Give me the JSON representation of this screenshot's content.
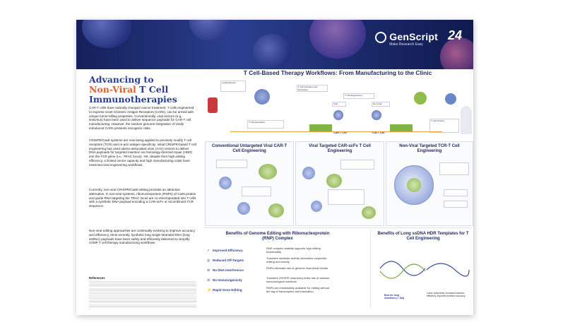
{
  "logo": {
    "name": "GenScript",
    "tagline": "Make Research Easy",
    "anniversary": "24"
  },
  "left": {
    "title_line1": "Advancing to",
    "title_line2_highlight": "Non-Viral",
    "title_line2_rest": " T Cell",
    "title_line3": "Immunotherapies",
    "para1": "CAR-T cells have radically changed cancer treatment. T cells engineered to express novel Chimeric Antigen Receptors (CARs), can be armed with unique tumor-killing properties. Conventionally, viral vectors (e.g., lentivirus) have been used to deliver sequence payloads for CAR-T cell manufacturing. However, the random genome integration of virally introduced CARs presents oncogenic risks.",
    "para2": "CRISPR/Cas9 systems are now being applied to precisely modify T cell receptors (TCR) and re-arm antigen specificity. Initial CRISPR-based T cell engineering has used adeno-associated virus (AAV) vectors to deliver DNA payloads for targeted insertion via homology-directed repair (HDR) into the TCR gene (i.e., TRAC locus). Yet, despite their high editing efficiency, a limited vector capacity and high manufacturing costs have restricted viral engineering workflows.",
    "para3": "Currently, non-viral CRISPR/Cas9 editing provides an attractive alternative. In non-viral systems, ribonucleoprotein (RNPs) of Cas9 protein and guide RNA targeting the TRAC locus are co-electroporated into T cells with a synthetic DNA payload encoding a CAR-scFv or recombinant TCR sequence.",
    "para4": "Non-viral editing approaches are continually evolving to improve accuracy and efficiency. Most recently, synthetic long single-stranded DNA (long ssDNA) payloads have been safely and efficiently delivered to simplify cGMP T cell therapy manufacturing workflows.",
    "refs_title": "References"
  },
  "workflow": {
    "title": "T Cell-Based Therapy Workflows: From Manufacturing to the Clinic",
    "labels": {
      "leukapheresis": "Leukapheresis",
      "separation": "T Cell Separation",
      "activation": "T Cell Activation and Expansion",
      "engineering": "T Cell Engineering",
      "viral": "Viral",
      "nonviral": "Non-Viral",
      "car_t": "CAR-T Cell",
      "tcr_t": "TCR-T Cell",
      "infusion": "T Cell Infusion"
    }
  },
  "panels": {
    "p1": {
      "title": "Conventional Untargeted Viral CAR-T Cell Engineering"
    },
    "p2": {
      "title": "Viral Targeted CAR-scFv T Cell Engineering"
    },
    "p3": {
      "title": "Non-Viral Targeted TCR-T Cell Engineering"
    }
  },
  "benefits": {
    "title": "Benefits of Genome Editing with Ribonucleoprotein (RNP) Complex",
    "rows": [
      {
        "label": "Improved Efficiency",
        "desc": "RNP complex stability supports high editing functionality"
      },
      {
        "label": "Reduced Off-Targets",
        "desc": "Transient nuclease activity decreases unspecific editing and toxicity"
      },
      {
        "label": "No DNA Interference",
        "desc": "RNPs eliminate risk of genome insertional events"
      },
      {
        "label": "No Immunogenicity",
        "desc": "Transient CRISPR machinery limits risk of adverse immunological reactions"
      },
      {
        "label": "Rapid Gene Editing",
        "desc": "RNPs are immediately available for editing without the lag of transcription and translation"
      }
    ]
  },
  "ssdna": {
    "title": "Benefits of Long ssDNA HDR Templates for T Cell Engineering",
    "note1": "Best for long insertions (> 1kb)",
    "note2": "Lower cytotoxicity, increased insertion efficiency, improved insertion accuracy"
  }
}
